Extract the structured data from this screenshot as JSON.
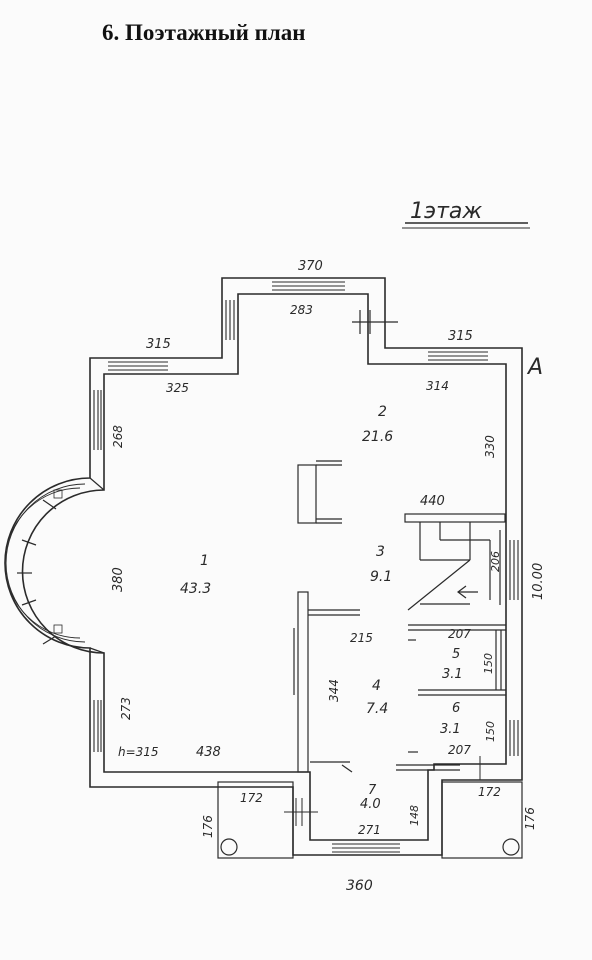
{
  "title": "6. Поэтажный план",
  "floor_label": "1этаж",
  "section_mark": "А",
  "height_note": "h=315",
  "rooms": [
    {
      "num": "1",
      "area": "43.3"
    },
    {
      "num": "2",
      "area": "21.6"
    },
    {
      "num": "3",
      "area": "9.1"
    },
    {
      "num": "4",
      "area": "7.4"
    },
    {
      "num": "5",
      "area": "3.1"
    },
    {
      "num": "6",
      "area": "3.1"
    },
    {
      "num": "7",
      "area": "4.0"
    }
  ],
  "dimensions": {
    "top_370": "370",
    "top_283": "283",
    "left_315": "315",
    "right_315": "315",
    "d_325": "325",
    "d_314": "314",
    "d_268": "268",
    "d_330": "330",
    "d_380": "380",
    "d_440": "440",
    "d_206": "206",
    "d_1000": "10.00",
    "d_215": "215",
    "d_207a": "207",
    "d_150a": "150",
    "d_344": "344",
    "d_273": "273",
    "d_438": "438",
    "d_150b": "150",
    "d_207b": "207",
    "d_172a": "172",
    "d_172b": "172",
    "d_148": "148",
    "d_176a": "176",
    "d_176b": "176",
    "d_271": "271",
    "d_360": "360"
  }
}
